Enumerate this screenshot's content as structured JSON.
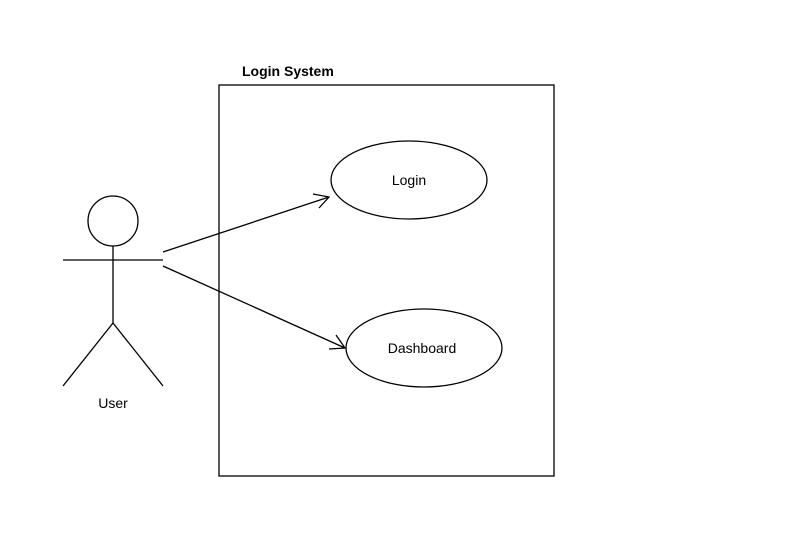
{
  "system": {
    "title": "Login System"
  },
  "actor": {
    "name": "User"
  },
  "use_cases": [
    {
      "label": "Login"
    },
    {
      "label": "Dashboard"
    }
  ],
  "colors": {
    "stroke": "#000000",
    "background": "#ffffff"
  }
}
